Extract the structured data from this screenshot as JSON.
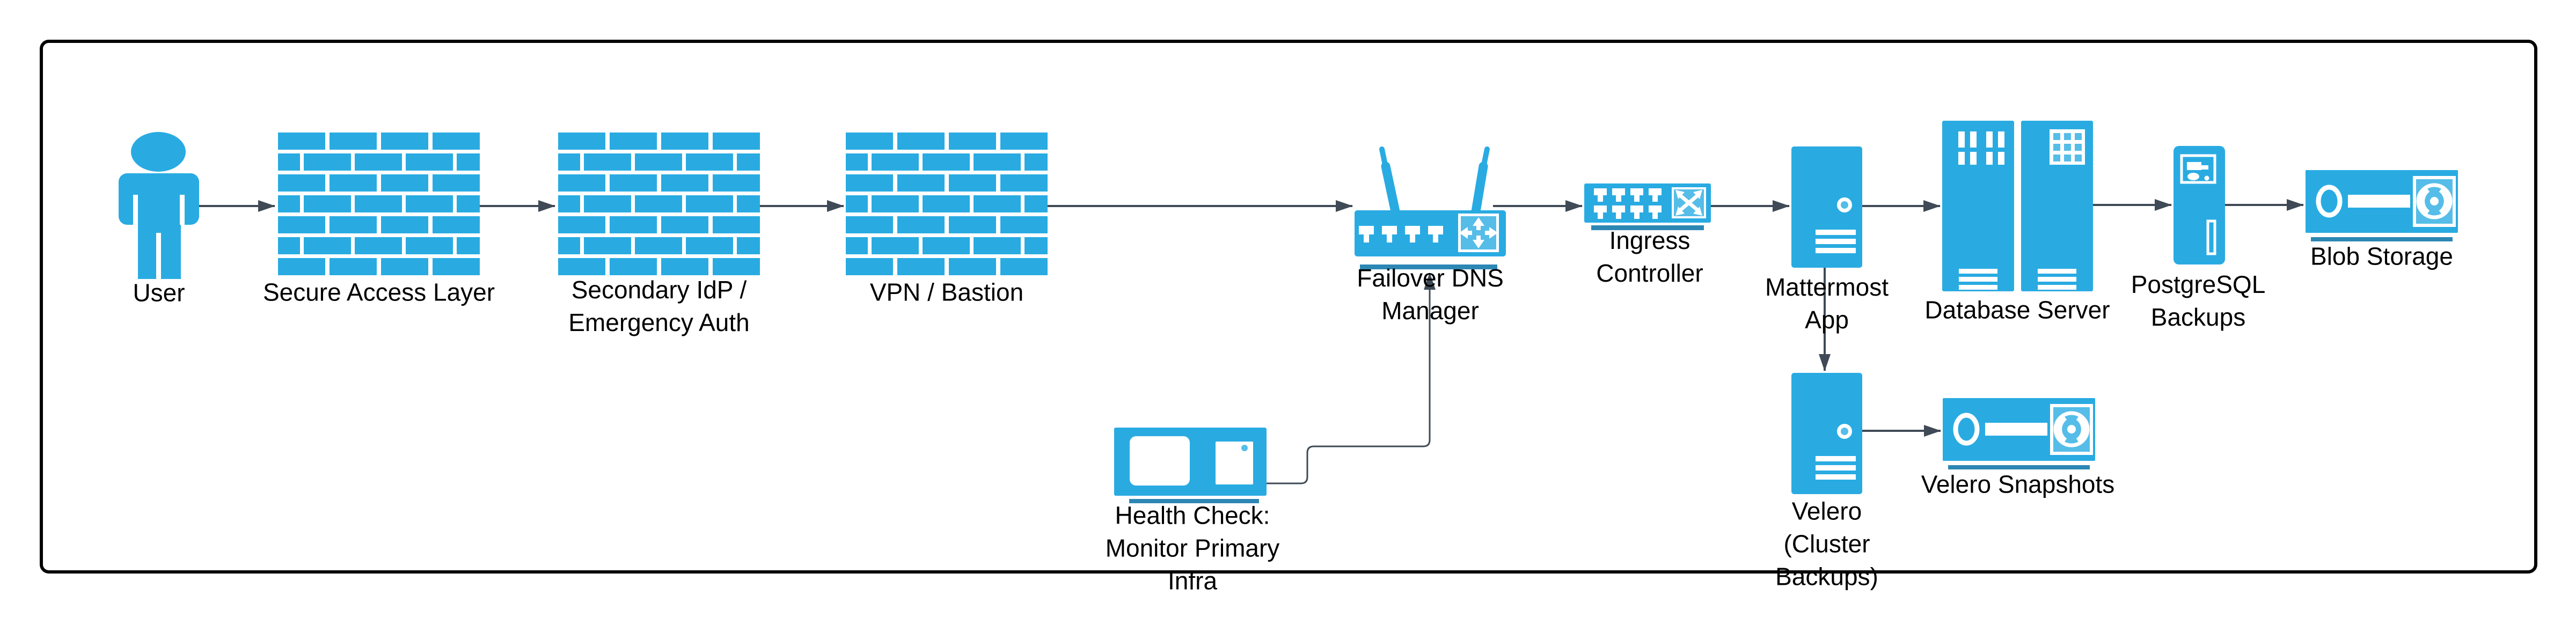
{
  "diagram": {
    "nodes": {
      "user": {
        "label": "User",
        "icon": "person-icon"
      },
      "secure_access": {
        "label": "Secure Access Layer",
        "icon": "firewall-icon"
      },
      "secondary_idp": {
        "label": "Secondary IdP /\nEmergency Auth",
        "icon": "firewall-icon"
      },
      "vpn_bastion": {
        "label": "VPN / Bastion",
        "icon": "firewall-icon"
      },
      "failover_dns": {
        "label": "Failover DNS\nManager",
        "icon": "wireless-router-icon"
      },
      "ingress": {
        "label": "Ingress\nController",
        "icon": "network-switch-icon"
      },
      "mattermost": {
        "label": "Mattermost\nApp",
        "icon": "server-tower-icon"
      },
      "database": {
        "label": "Database Server",
        "icon": "server-rack-icon"
      },
      "pg_backups": {
        "label": "PostgreSQL\nBackups",
        "icon": "storage-server-icon"
      },
      "blob": {
        "label": "Blob Storage",
        "icon": "tape-drive-icon"
      },
      "health_check": {
        "label": "Health Check:\nMonitor Primary\nInfra",
        "icon": "workstation-icon"
      },
      "velero": {
        "label": "Velero\n(Cluster\nBackups)",
        "icon": "server-tower-icon"
      },
      "velero_snapshots": {
        "label": "Velero Snapshots",
        "icon": "tape-drive-icon"
      }
    },
    "edges": [
      {
        "from": "user",
        "to": "secure_access"
      },
      {
        "from": "secure_access",
        "to": "secondary_idp"
      },
      {
        "from": "secondary_idp",
        "to": "vpn_bastion"
      },
      {
        "from": "vpn_bastion",
        "to": "failover_dns"
      },
      {
        "from": "failover_dns",
        "to": "ingress"
      },
      {
        "from": "ingress",
        "to": "mattermost"
      },
      {
        "from": "mattermost",
        "to": "database"
      },
      {
        "from": "database",
        "to": "pg_backups"
      },
      {
        "from": "pg_backups",
        "to": "blob"
      },
      {
        "from": "mattermost",
        "to": "velero"
      },
      {
        "from": "velero",
        "to": "velero_snapshots"
      },
      {
        "from": "health_check",
        "to": "failover_dns"
      }
    ]
  },
  "theme": {
    "primary_blue": "#29abe2",
    "light_blue": "#55bde8",
    "platform_blue": "#2d87b5",
    "connector_color": "#3f4a56",
    "border_color": "#000000",
    "text_color": "#000000",
    "background": "#ffffff"
  }
}
